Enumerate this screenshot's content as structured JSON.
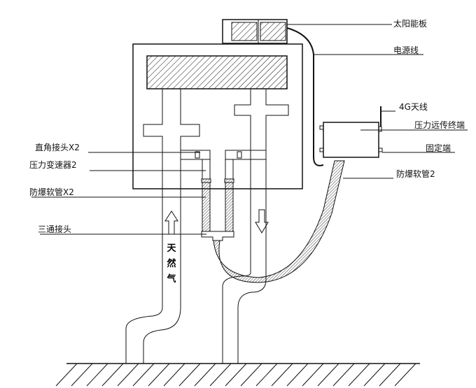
{
  "labels": {
    "solar_panel": "太阳能板",
    "power_cable": "电源线",
    "antenna_4g": "4G天线",
    "pressure_terminal": "压力远传终端",
    "fixed_end": "固定端",
    "explosion_hose_2": "防爆软管2",
    "right_angle_joint": "直角接头X2",
    "pressure_transducer": "压力变速器2",
    "explosion_hose_x2": "防爆软管X2",
    "tee_joint": "三通接头",
    "natural_gas": "天然气"
  },
  "flow_arrows": [
    "up-arrow",
    "down-arrow"
  ]
}
